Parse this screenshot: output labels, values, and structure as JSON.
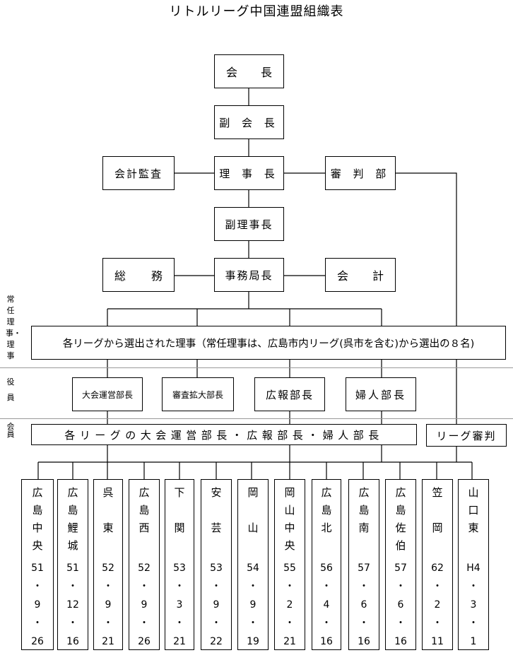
{
  "title": "リトルリーグ中国連盟組織表",
  "top": {
    "kaicho": [
      "会",
      "長"
    ],
    "fukukaicho": "副 会 長",
    "richocho": "理 事 長",
    "kansa": "会計監査",
    "shinpan": "審 判 部",
    "fukuricho": "副理事長",
    "somu": [
      "総",
      "務"
    ],
    "jimukyoku": "事務局長",
    "kaikei": [
      "会",
      "計"
    ]
  },
  "side_labels": {
    "riji": "常任理事・理事",
    "yakuin": "役員",
    "kaiin": "会員"
  },
  "riji_box": "各リーグから選出された理事（常任理事は、広島市内リーグ(呉市を含む)から選出の８名)",
  "officers": {
    "taikai": "大会運営部長",
    "shinsa": "審査拡大部長",
    "koho": "広報部長",
    "fujin": "婦人部長"
  },
  "member_box": "各リーグの大会運営部長・広報部長・婦人部長",
  "league_shinpan": "リーグ審判",
  "leagues": [
    {
      "name": [
        "広",
        "島",
        "中",
        "央"
      ],
      "date": [
        "51",
        "・",
        "9",
        "・",
        "26"
      ]
    },
    {
      "name": [
        "広",
        "島",
        "鯉",
        "城"
      ],
      "date": [
        "51",
        "・",
        "12",
        "・",
        "16"
      ]
    },
    {
      "name": [
        "呉",
        "",
        "東",
        ""
      ],
      "date": [
        "52",
        "・",
        "9",
        "・",
        "21"
      ]
    },
    {
      "name": [
        "広",
        "島",
        "西",
        ""
      ],
      "date": [
        "52",
        "・",
        "9",
        "・",
        "26"
      ]
    },
    {
      "name": [
        "下",
        "",
        "関",
        ""
      ],
      "date": [
        "53",
        "・",
        "3",
        "・",
        "21"
      ]
    },
    {
      "name": [
        "安",
        "",
        "芸",
        ""
      ],
      "date": [
        "53",
        "・",
        "9",
        "・",
        "22"
      ]
    },
    {
      "name": [
        "岡",
        "",
        "山",
        ""
      ],
      "date": [
        "54",
        "・",
        "9",
        "・",
        "19"
      ]
    },
    {
      "name": [
        "岡",
        "山",
        "中",
        "央"
      ],
      "date": [
        "55",
        "・",
        "2",
        "・",
        "21"
      ]
    },
    {
      "name": [
        "広",
        "島",
        "北",
        ""
      ],
      "date": [
        "56",
        "・",
        "4",
        "・",
        "16"
      ]
    },
    {
      "name": [
        "広",
        "島",
        "南",
        ""
      ],
      "date": [
        "57",
        "・",
        "6",
        "・",
        "16"
      ]
    },
    {
      "name": [
        "広",
        "島",
        "佐",
        "伯"
      ],
      "date": [
        "57",
        "・",
        "6",
        "・",
        "16"
      ]
    },
    {
      "name": [
        "笠",
        "",
        "岡",
        ""
      ],
      "date": [
        "62",
        "・",
        "2",
        "・",
        "11"
      ]
    },
    {
      "name": [
        "山",
        "口",
        "東",
        ""
      ],
      "date": [
        "H4",
        "・",
        "3",
        "・",
        "1"
      ]
    }
  ]
}
